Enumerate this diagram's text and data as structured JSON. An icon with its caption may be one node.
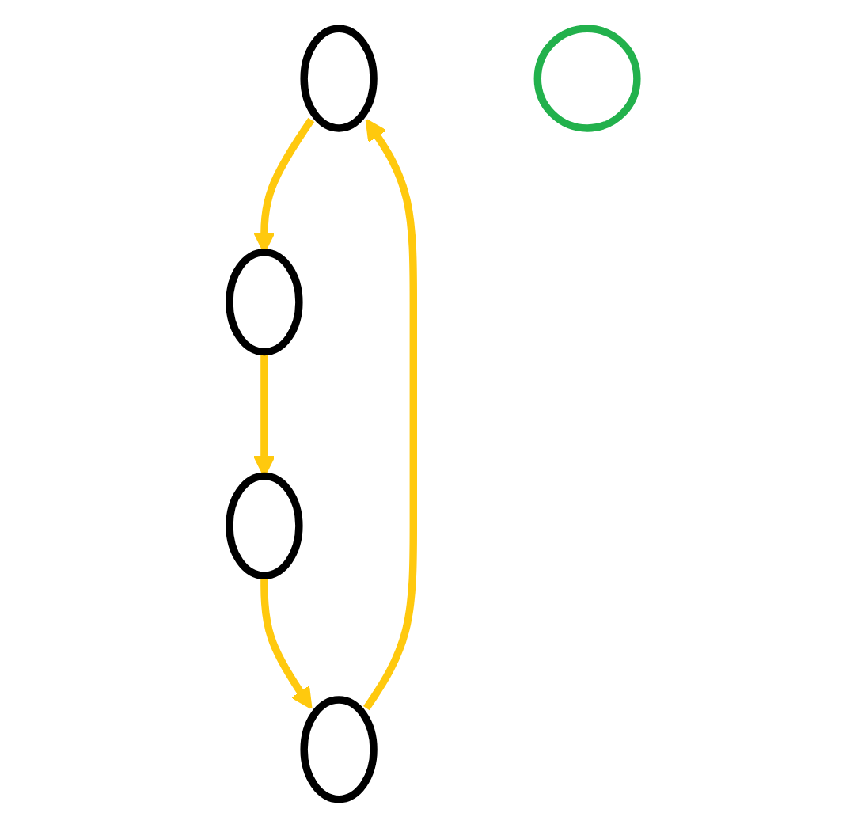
{
  "diagram": {
    "nodes": [
      {
        "text": [],
        "shape": "ellipse"
      },
      {
        "text": [],
        "shape": "ellipse"
      },
      {
        "text": [],
        "shape": "circle"
      },
      {
        "text": [],
        "shape": "ellipse"
      },
      {
        "text": [],
        "shape": "ellipse"
      }
    ],
    "edges": [
      {
        "from": 0,
        "to": 1,
        "arrow": "to"
      },
      {
        "from": 1,
        "to": 4,
        "arrow": "to"
      },
      {
        "from": 4,
        "to": 3,
        "arrow": "to"
      },
      {
        "from": 3,
        "to": 0,
        "arrow": "to"
      }
    ]
  }
}
